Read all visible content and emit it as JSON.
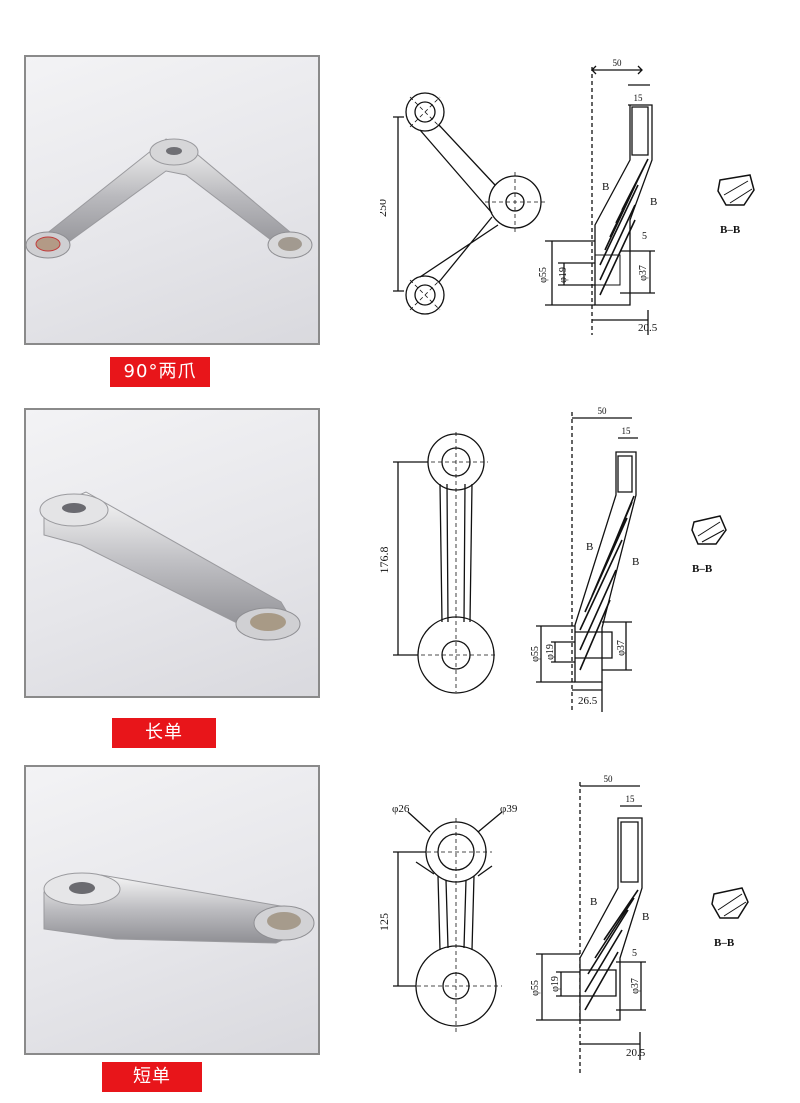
{
  "products": [
    {
      "label": "90°两爪",
      "front_view": {
        "height": "250"
      },
      "side_view": {
        "width_top": "50",
        "width_inner": "15",
        "dia_outer": "φ55",
        "dia_hole": "φ19",
        "dia_counterbore": "φ37",
        "offset": "20.5",
        "step": "5",
        "cut_mark": "B"
      },
      "section_label": "B–B"
    },
    {
      "label": "长单",
      "front_view": {
        "height": "176.8"
      },
      "side_view": {
        "width_top": "50",
        "width_inner": "15",
        "dia_outer": "φ55",
        "dia_hole": "φ19",
        "dia_counterbore": "φ37",
        "offset": "26.5",
        "cut_mark": "B"
      },
      "section_label": "B–B"
    },
    {
      "label": "短单",
      "front_view": {
        "height": "125",
        "dia_inner": "φ26",
        "dia_outer": "φ39"
      },
      "side_view": {
        "width_top": "50",
        "width_inner": "15",
        "dia_outer": "φ55",
        "dia_hole": "φ19",
        "dia_counterbore": "φ37",
        "offset": "20.5",
        "step": "5",
        "cut_mark": "B"
      },
      "section_label": "B–B"
    }
  ]
}
